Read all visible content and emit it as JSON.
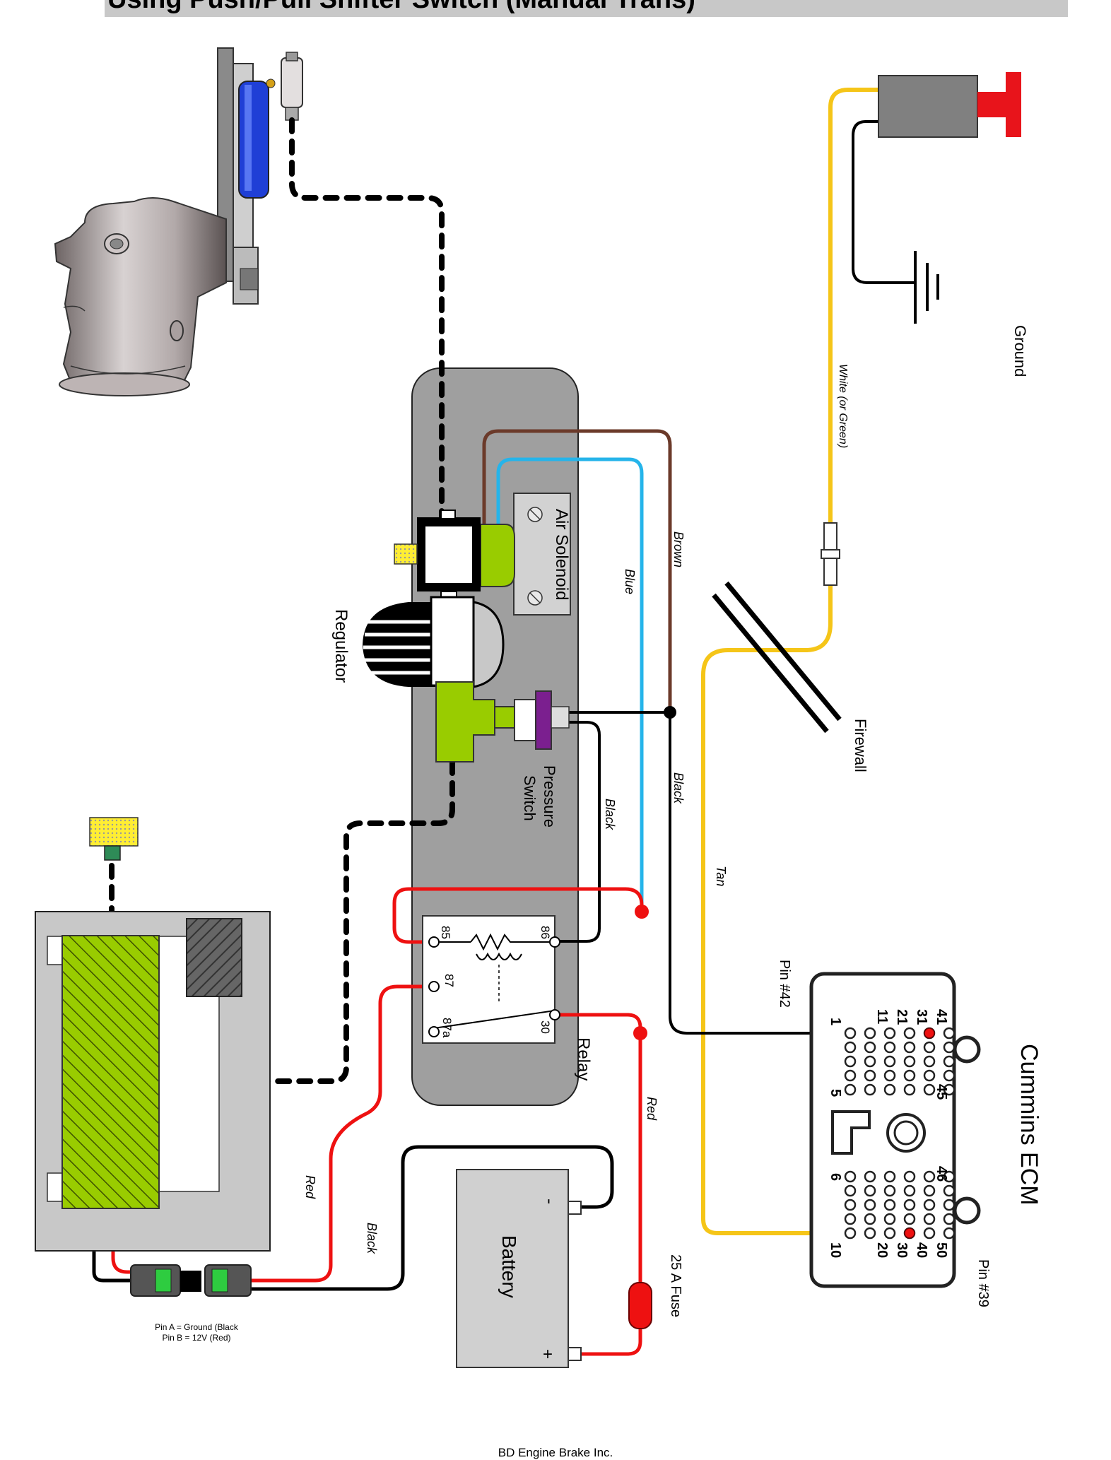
{
  "header": {
    "title": "Using Push/Pull Shifter Switch (Manual Trans)"
  },
  "footer": {
    "text": "BD Engine Brake Inc."
  },
  "labels": {
    "ground": "Ground",
    "white_green": "White (or Green)",
    "brown": "Brown",
    "blue": "Blue",
    "air_solenoid": "Air Solenoid",
    "regulator": "Regulator",
    "firewall": "Firewall",
    "pressure": "Pressure",
    "switch": "Switch",
    "black_mid": "Black",
    "black_right": "Black",
    "tan": "Tan",
    "pin42": "Pin #42",
    "pin39": "Pin #39",
    "cummins_ecm": "Cummins ECM",
    "relay": "Relay",
    "red_left": "Red",
    "red_right": "Red",
    "black_bottom": "Black",
    "battery": "Battery",
    "fuse": "25 A Fuse",
    "pin_a": "Pin A = Ground (Black",
    "pin_b": "Pin B = 12V (Red)",
    "minus": "-",
    "plus": "+"
  },
  "relay_pins": {
    "p85": "85",
    "p86": "86",
    "p87": "87",
    "p87a": "87a",
    "p30": "30"
  },
  "ecm_pins": {
    "p41": "41",
    "p31": "31",
    "p21": "21",
    "p11": "11",
    "p1": "1",
    "p45": "45",
    "p5": "5",
    "p46": "46",
    "p6": "6",
    "p50": "50",
    "p40": "40",
    "p30": "30",
    "p20": "20",
    "p10": "10"
  },
  "colors": {
    "wire_yellow": "#f5c518",
    "wire_brown": "#6b3a2a",
    "wire_blue": "#25b4ea",
    "wire_red": "#ee1111",
    "solenoid_green": "#99cc00",
    "panel_gray": "#9f9f9f",
    "pressure_switch_purple": "#7b1f8f",
    "cylinder_blue": "#1f3fd6"
  }
}
